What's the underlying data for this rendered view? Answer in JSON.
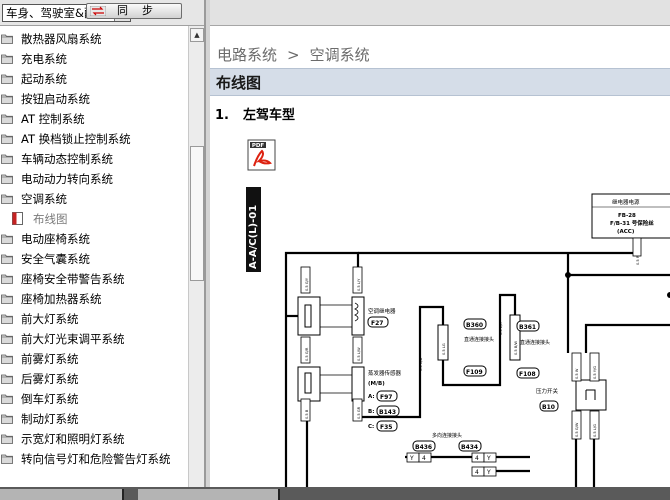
{
  "left_panel": {
    "section_select": {
      "value": "车身、驾驶室&配件"
    },
    "sync_button": {
      "label": "同步"
    },
    "tree": [
      {
        "label": "散热器风扇系统",
        "type": "folder"
      },
      {
        "label": "充电系统",
        "type": "folder"
      },
      {
        "label": "起动系统",
        "type": "folder"
      },
      {
        "label": "按钮启动系统",
        "type": "folder"
      },
      {
        "label": "AT 控制系统",
        "type": "folder"
      },
      {
        "label": "AT 换档锁止控制系统",
        "type": "folder"
      },
      {
        "label": "车辆动态控制系统",
        "type": "folder"
      },
      {
        "label": "电动动力转向系统",
        "type": "folder"
      },
      {
        "label": "空调系统",
        "type": "folder-open"
      },
      {
        "label": "布线图",
        "type": "page"
      },
      {
        "label": "电动座椅系统",
        "type": "folder"
      },
      {
        "label": "安全气囊系统",
        "type": "folder"
      },
      {
        "label": "座椅安全带警告系统",
        "type": "folder"
      },
      {
        "label": "座椅加热器系统",
        "type": "folder"
      },
      {
        "label": "前大灯系统",
        "type": "folder"
      },
      {
        "label": "前大灯光束调平系统",
        "type": "folder"
      },
      {
        "label": "前雾灯系统",
        "type": "folder"
      },
      {
        "label": "后雾灯系统",
        "type": "folder"
      },
      {
        "label": "倒车灯系统",
        "type": "folder"
      },
      {
        "label": "制动灯系统",
        "type": "folder"
      },
      {
        "label": "示宽灯和照明灯系统",
        "type": "folder"
      },
      {
        "label": "转向信号灯和危险警告灯系统",
        "type": "folder"
      }
    ]
  },
  "content": {
    "breadcrumb": {
      "parent": "电路系统",
      "separator": ">",
      "current": "空调系统"
    },
    "heading": "布线图",
    "variant": {
      "number": "1.",
      "label": "左驾车型"
    },
    "pdf_label": "PDF",
    "diagram": {
      "code": "A-A/C(L)-01",
      "box": {
        "title": "继电器电源",
        "fuse1": "FB-28",
        "fuse2": "F/B-31 号保险丝",
        "acc": "(ACC)"
      },
      "labels": {
        "ac_relay": "空调继电器",
        "f27": "F27",
        "evaporator_relay": "蒸发器传感器",
        "mb": "(M/B)",
        "a": "A:",
        "b": "B:",
        "c": "C:",
        "f97": "F97",
        "b143": "B143",
        "f35": "F35",
        "b360": "B360",
        "b361": "B361",
        "f109": "F109",
        "f108": "F108",
        "resistor_l": "直通连接接头",
        "resistor_r": "直通连接接头",
        "pressure_switch": "压力开关",
        "b10": "B10",
        "multi_connector": "多向连接接头",
        "b436": "B436",
        "b434": "B434",
        "pins": {
          "y": "Y",
          "four": "4"
        }
      },
      "wire_labels": {
        "w1": "0.5 G/Y",
        "w2": "0.5 L/Y",
        "w3": "0.5 G/R",
        "w4": "0.5 L/W",
        "w5": "0.5 B",
        "w6": "0.5 GR",
        "w7": "0.5 W",
        "w8": "0.5 Y/G",
        "w9": "0.5 G/W",
        "w10": "0.5 L/G",
        "w11": "0.5 LG",
        "w12": "0.5 B/W",
        "w13": "0.5 R",
        "w14": "0.5 G/B",
        "w15": "0.5 L/R"
      }
    }
  }
}
